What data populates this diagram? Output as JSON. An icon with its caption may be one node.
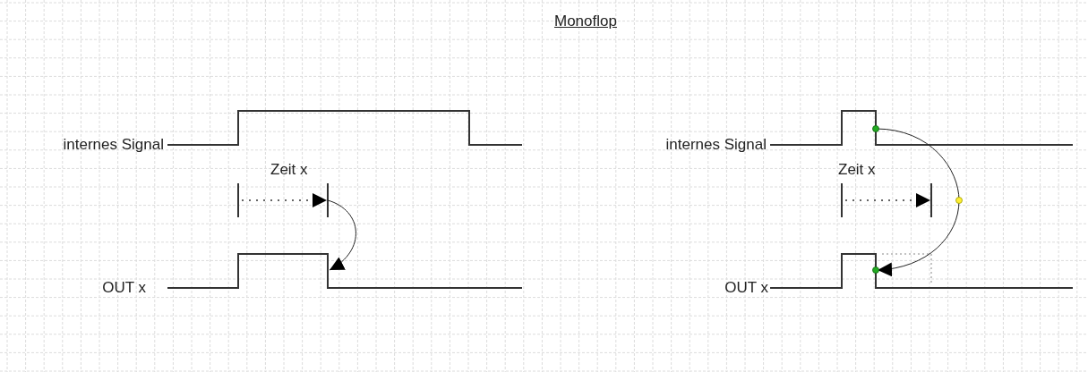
{
  "diagram": {
    "title": "Monoflop",
    "labels": [
      "internes Signal",
      "Zeit x",
      "OUT x",
      "internes Signal",
      "Zeit x",
      "OUT x"
    ]
  }
}
